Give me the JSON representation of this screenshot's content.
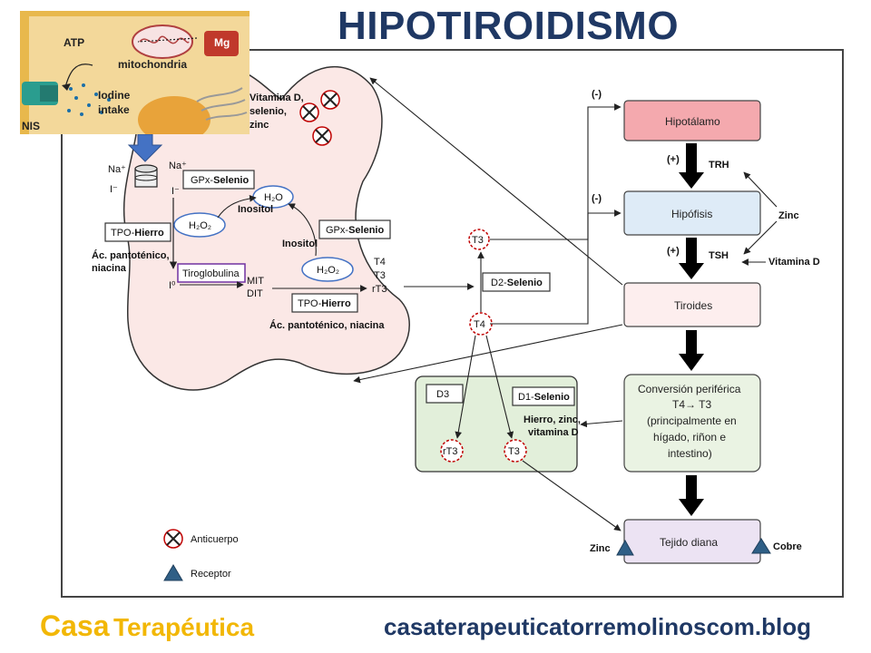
{
  "title": "HIPOTIROIDISMO",
  "inset": {
    "atp": "ATP",
    "mg": "Mg",
    "mitochondria": "mitochondria",
    "iodine": "Iodine",
    "intake": "intake",
    "nis": "NIS"
  },
  "cell": {
    "na_left": "Na⁺",
    "na_right": "Na⁺",
    "i_left": "I⁻",
    "i_right": "I⁻",
    "gpx1_prefix": "GPx-",
    "gpx1_strong": "Selenio",
    "h2o2_1": "H₂O₂",
    "h2o": "H₂O",
    "inositol1": "Inositol",
    "gpx2_prefix": "GPx-",
    "gpx2_strong": "Selenio",
    "inositol2": "Inositol",
    "tpo1_prefix": "TPO-",
    "tpo1_strong": "Hierro",
    "ac1_line1": "Ác. pantoténico,",
    "ac1_line2": "niacina",
    "tiroglobulina": "Tiroglobulina",
    "i0": "I⁰",
    "mit": "MIT",
    "dit": "DIT",
    "h2o2_2": "H₂O₂",
    "t4": "T4",
    "t3": "T3",
    "rt3": "rT3",
    "tpo2_prefix": "TPO-",
    "tpo2_strong": "Hierro",
    "ac2": "Ác. pantoténico, niacina",
    "vit_line1": "Vitamina D,",
    "vit_line2": "selenio,",
    "vit_line3": "zinc"
  },
  "middle": {
    "t3_top": "T3",
    "d2_prefix": "D2-",
    "d2_strong": "Selenio",
    "t4": "T4",
    "d3": "D3",
    "d1_prefix": "D1-",
    "d1_strong": "Selenio",
    "hierro_line1": "Hierro, zinc,",
    "hierro_line2": "vitamina D",
    "rt3": "rT3",
    "t3_bottom": "T3"
  },
  "axis": {
    "neg1": "(-)",
    "neg2": "(-)",
    "hipotalamo": "Hipotálamo",
    "pos1": "(+)",
    "trh": "TRH",
    "hipofisis": "Hipófisis",
    "zinc": "Zinc",
    "pos2": "(+)",
    "tsh": "TSH",
    "vitamina_d": "Vitamina D",
    "tiroides": "Tiroides",
    "conv_line1": "Conversión periférica",
    "conv_line2": "T4→ T3",
    "conv_line3": "(principalmente en",
    "conv_line4": "hígado, riñon e",
    "conv_line5": "intestino)",
    "tejido": "Tejido diana",
    "zinc_receptor": "Zinc",
    "cobre": "Cobre"
  },
  "legend": {
    "anticuerpo": "Anticuerpo",
    "receptor": "Receptor"
  },
  "footer": {
    "casa": "Casa",
    "terapeutica": "Terapéutica",
    "website": "casaterapeuticatorremolinoscom.blog"
  },
  "colors": {
    "title": "#1f3864",
    "cell_fill": "#fbe8e6",
    "hipotalamo": "#f4a9ae",
    "hipofisis": "#deebf7",
    "tiroides": "#fdeeee",
    "conversion": "#eaf3e3",
    "green_box": "#e2efda",
    "tejido": "#ece3f3",
    "receptor": "#2f5f86",
    "brand_yellow": "#f2b705",
    "antibody": "#c00000",
    "inset_bg": "#f3d89a",
    "arrow_blue": "#4472c4"
  }
}
